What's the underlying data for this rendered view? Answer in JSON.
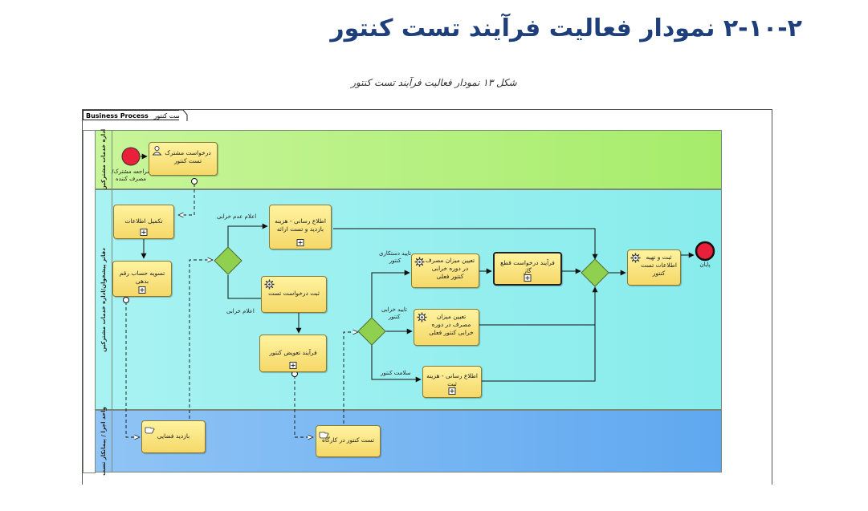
{
  "heading": "۲-۱۰-۲ نمودار فعالیت فرآیند تست کنتور",
  "caption": "شکل ۱۳ نمودار فعالیت فرآیند تست کنتور",
  "diagram": {
    "frame_title": "Business Process",
    "frame_title_fa": "فرآیند تست کنتور",
    "lanes": [
      {
        "label": "اداره خدمات مشترکین",
        "color": "#c8f59a"
      },
      {
        "label": "دفاتر پیشخوان/اداره خدمات مشترکین",
        "color": "#a8f2f2"
      },
      {
        "label": "واحد اجرا / پیمانکار تست",
        "color": "#90c4f5"
      }
    ],
    "start_label": "مراجعه مشترک/مصرف کننده",
    "end_label": "پایان",
    "tasks": {
      "t_request": "درخواست مشترک تست کنتور",
      "t_complete": "تکمیل اطلاعات",
      "t_settle": "تسویه حساب رقم بدهی",
      "t_notify": "اطلاع رسانی - هزینه بازدید و تست ارائه",
      "t_register": "ثبت درخواست تست",
      "t_replace": "فرآیند تعویض کنتور",
      "t_calc1": "تعیین میزان مصرف در دوره خرابی کنتور فعلی",
      "t_cut": "فرآیند درخواست قطع گاز",
      "t_calc2": "تعیین میزان مصرف در دوره خرابی کنتور فعلی",
      "t_notify2": "اطلاع رسانی - هزینه ثبت",
      "t_final": "ثبت و تهیه اطلاعات تست کنتور",
      "t_inspect": "بازدید فضایی",
      "t_workshop": "تست کنتور در کارگاه"
    },
    "flow_labels": {
      "f_fault_claim": "اعلام عدم خرابی",
      "f_fault_report": "اعلام خرابی",
      "f_tamper": "تایید دستکاری کنتور",
      "f_broken": "تایید خرابی کنتور",
      "f_healthy": "سلامت کنتور"
    }
  }
}
